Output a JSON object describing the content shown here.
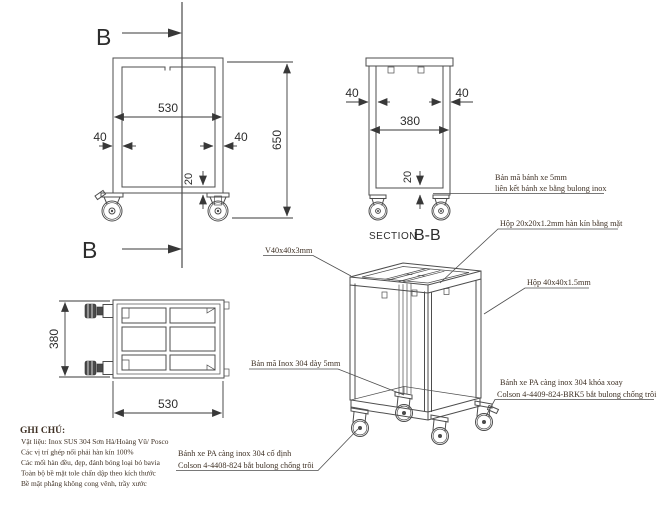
{
  "section": {
    "marker": "B",
    "title_prefix": "SECTION",
    "title_name": "B-B"
  },
  "dims": {
    "front": {
      "width": "530",
      "offset_left": "40",
      "offset_right": "40",
      "height": "650",
      "caster_gap": "20"
    },
    "side": {
      "offset_left": "40",
      "offset_right": "40",
      "width": "380",
      "caster_gap": "20"
    },
    "plan": {
      "depth": "380",
      "width": "530"
    }
  },
  "callouts": {
    "v_angle": "V40x40x3mm",
    "wheel_gusset_line1": "Bản mã bánh xe 5mm",
    "wheel_gusset_line2": "liên kết bánh xe bằng bulong inox",
    "box20": "Hộp 20x20x1.2mm hàn kín bằng mặt",
    "box40": "Hộp 40x40x1.5mm",
    "inox_gusset": "Bản mã Inox 304 dày 5mm",
    "wheel_swivel_line1": "Bánh xe PA càng inox 304 khóa xoay",
    "wheel_swivel_line2": "Colson 4-4409-824-BRK5 bắt bulong chống trôi",
    "wheel_fixed_line1": "Bánh xe PA càng inox 304 cố định",
    "wheel_fixed_line2": "Colson 4-4408-824 bắt bulong chống trôi"
  },
  "notes": {
    "title": "GHI CHÚ:",
    "items": [
      "Vật liệu: Inox SUS 304 Sơn Hà/Hoàng Vũ/ Posco",
      "Các vị trí ghép nối phải hàn kín 100%",
      "Các mối hàn đều, đẹp, đánh bóng loại bỏ bavia",
      "Toàn bộ bề mặt tole chấn dập theo kích thước",
      "Bề mặt phẳng không cong vênh, trầy xước"
    ]
  },
  "colors": {
    "line": "#4d4d4d",
    "dim_text": "#2d2d2d",
    "note_text": "#3f3125",
    "background": "#ffffff"
  }
}
